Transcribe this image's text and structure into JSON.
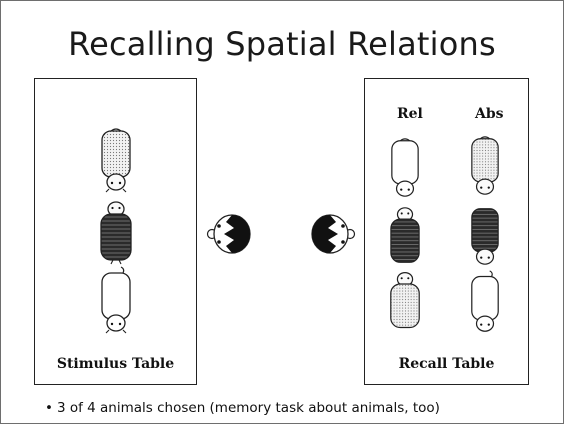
{
  "slide": {
    "title": "Recalling Spatial Relations",
    "stimulus_table_label": "Stimulus Table",
    "recall_table_label": "Recall Table",
    "rel_header": "Rel",
    "abs_header": "Abs",
    "caption_bullet": "•",
    "caption": "3 of 4 animals chosen (memory task about animals, too)"
  },
  "animal_styles": {
    "dotted": {
      "fill": "#ececec",
      "pattern": "dots"
    },
    "striped": {
      "fill": "#2a2a2a",
      "pattern": "stripes"
    },
    "plain": {
      "fill": "#ffffff",
      "pattern": "none"
    }
  }
}
